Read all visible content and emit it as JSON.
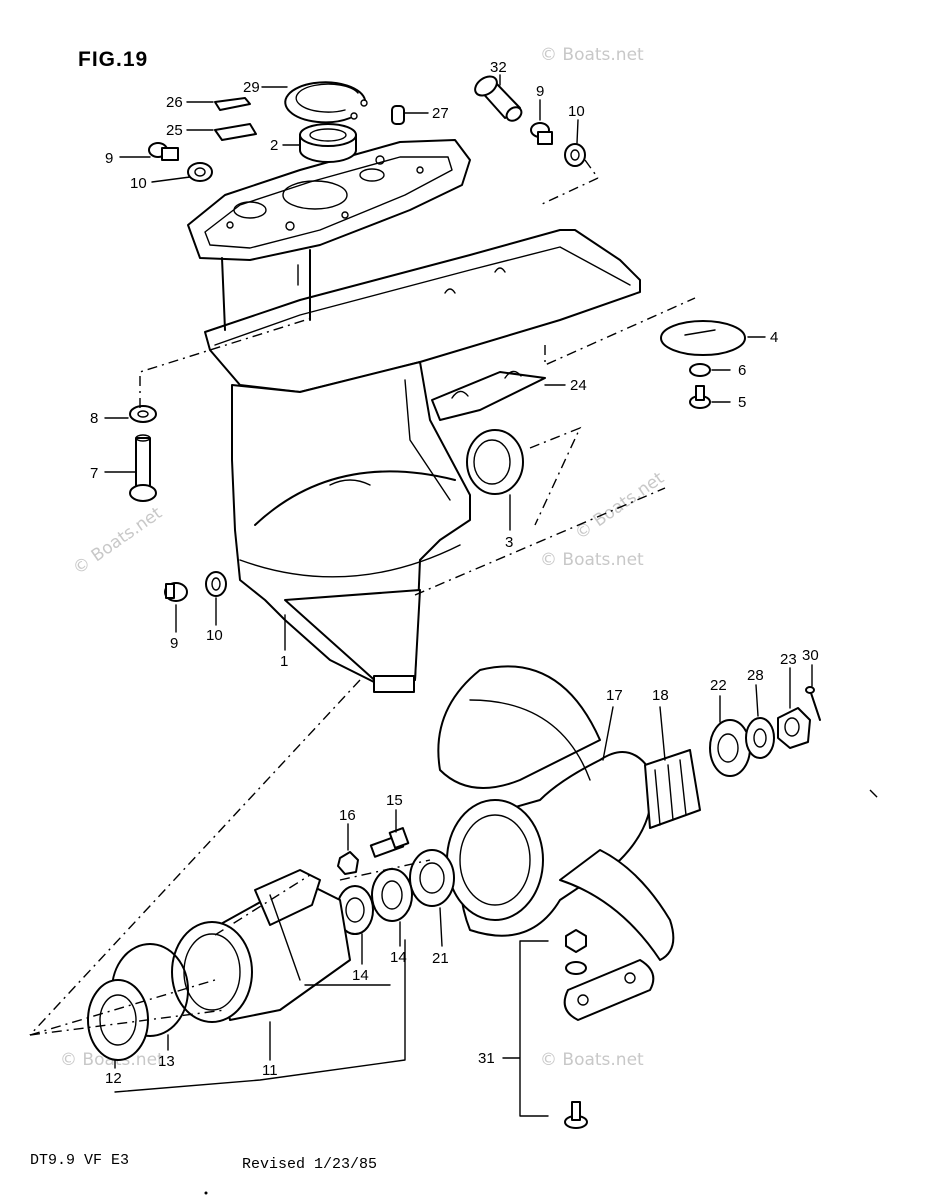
{
  "figure": {
    "title": "FIG.19",
    "model": "DT9.9 VF E3",
    "revision": "Revised 1/23/85",
    "watermark": "© Boats.net"
  },
  "callouts": [
    "1",
    "2",
    "3",
    "4",
    "5",
    "6",
    "7",
    "8",
    "9",
    "9",
    "9",
    "10",
    "10",
    "10",
    "11",
    "12",
    "13",
    "14",
    "14",
    "15",
    "16",
    "17",
    "18",
    "21",
    "22",
    "23",
    "24",
    "25",
    "26",
    "27",
    "28",
    "29",
    "30",
    "31",
    "32"
  ],
  "parts": {
    "housing": "gear-case-housing",
    "propeller": "propeller",
    "bearing_housing": "propeller-shaft-bearing-housing"
  }
}
